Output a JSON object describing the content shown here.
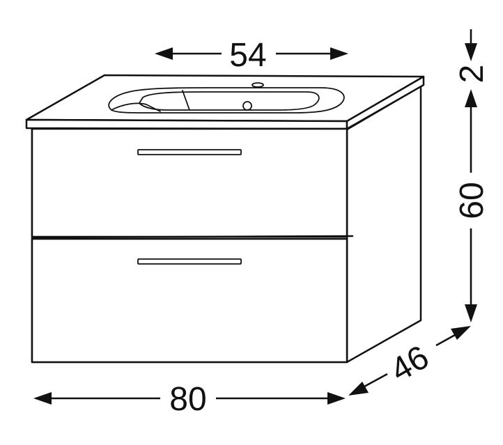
{
  "dimensions": {
    "basin_width": "54",
    "top_thickness": "2",
    "cabinet_height": "60",
    "depth": "46",
    "total_width": "80"
  },
  "colors": {
    "ink": "#111111",
    "background": "#ffffff"
  }
}
